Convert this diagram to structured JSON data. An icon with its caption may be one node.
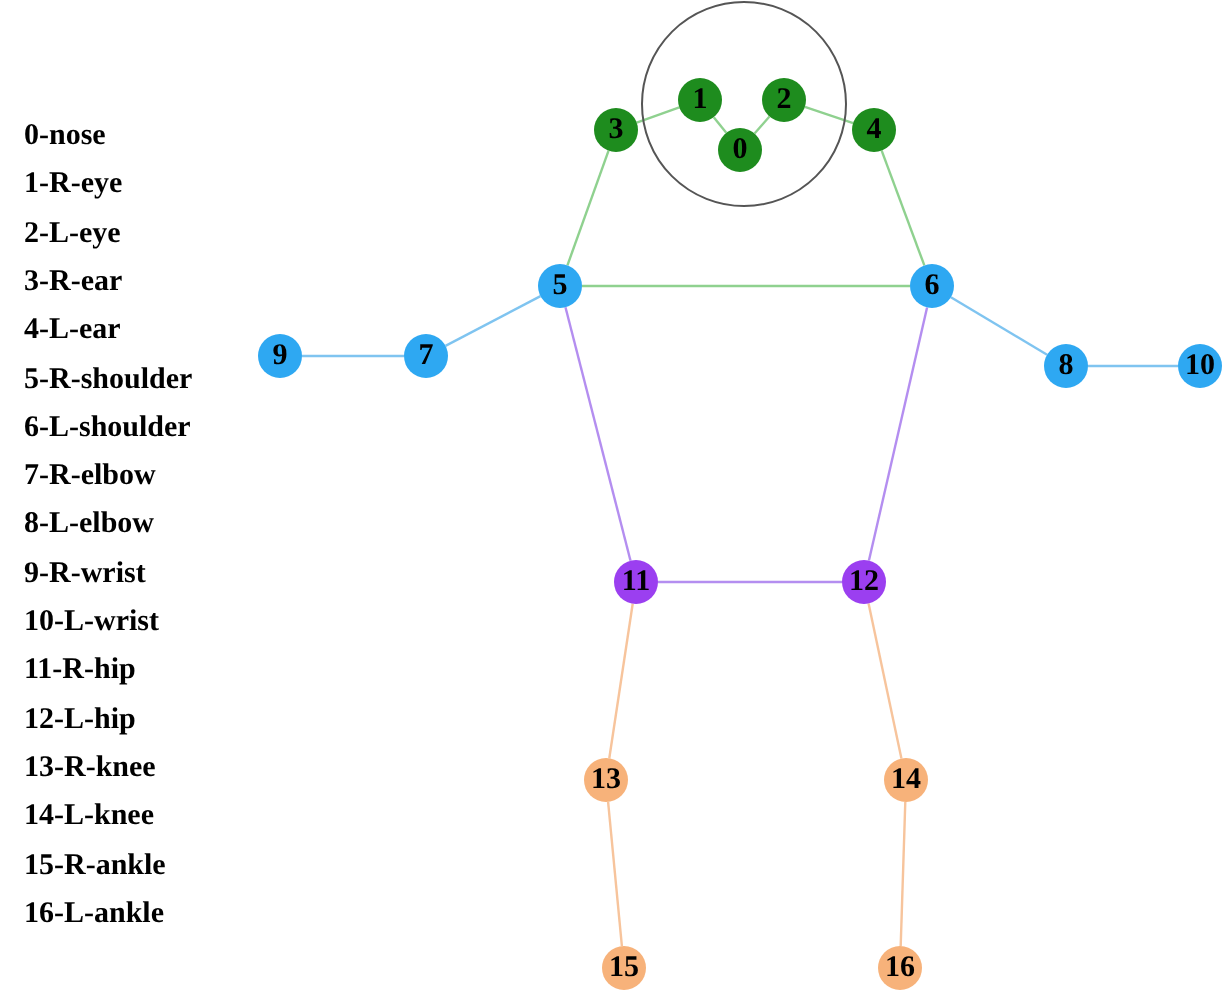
{
  "diagram": {
    "nodes": [
      {
        "text": [],
        "shape": "circle"
      },
      {
        "text": [
          "0"
        ],
        "in": 0
      },
      {
        "text": [
          "1"
        ],
        "in": 0
      },
      {
        "text": [
          "2"
        ],
        "in": 0
      },
      {
        "text": [
          "3"
        ]
      },
      {
        "text": [
          "4"
        ]
      },
      {
        "text": [
          "5"
        ]
      },
      {
        "text": [
          "6"
        ]
      },
      {
        "text": [
          "7"
        ]
      },
      {
        "text": [
          "8"
        ]
      },
      {
        "text": [
          "9"
        ]
      },
      {
        "text": [
          "10"
        ]
      },
      {
        "text": [
          "11"
        ]
      },
      {
        "text": [
          "12"
        ]
      },
      {
        "text": [
          "13"
        ]
      },
      {
        "text": [
          "14"
        ]
      },
      {
        "text": [
          "15"
        ]
      },
      {
        "text": [
          "16"
        ]
      }
    ],
    "edges": [
      {
        "from": 1,
        "to": 2,
        "arrow": "none"
      },
      {
        "from": 1,
        "to": 3,
        "arrow": "none"
      },
      {
        "from": 2,
        "to": 4,
        "arrow": "none"
      },
      {
        "from": 3,
        "to": 5,
        "arrow": "none"
      },
      {
        "from": 4,
        "to": 6,
        "arrow": "none"
      },
      {
        "from": 5,
        "to": 7,
        "arrow": "none"
      },
      {
        "from": 6,
        "to": 7,
        "arrow": "none"
      },
      {
        "from": 6,
        "to": 8,
        "arrow": "none",
        "color": "#7fc4f0"
      },
      {
        "from": 8,
        "to": 10,
        "arrow": "none",
        "color": "#7fc4f0"
      },
      {
        "from": 7,
        "to": 9,
        "arrow": "none",
        "color": "#7fc4f0"
      },
      {
        "from": 9,
        "to": 11,
        "arrow": "none",
        "color": "#7fc4f0"
      },
      {
        "from": 6,
        "to": 12,
        "arrow": "none",
        "color": "#b48ef0"
      },
      {
        "from": 7,
        "to": 13,
        "arrow": "none",
        "color": "#b48ef0"
      },
      {
        "from": 12,
        "to": 13,
        "arrow": "none",
        "color": "#b48ef0"
      },
      {
        "from": 12,
        "to": 14,
        "arrow": "none",
        "color": "#f7c49c"
      },
      {
        "from": 14,
        "to": 16,
        "arrow": "none",
        "color": "#f7c49c"
      },
      {
        "from": 13,
        "to": 15,
        "arrow": "none",
        "color": "#f7c49c"
      },
      {
        "from": 15,
        "to": 17,
        "arrow": "none",
        "color": "#f7c49c"
      }
    ],
    "labels": [
      "0-nose",
      "1-R-eye",
      "2-L-eye",
      "3-R-ear",
      "4-L-ear",
      "5-R-shoulder",
      "6-L-shoulder",
      "7-R-elbow",
      "8-L-elbow",
      "9-R-wrist",
      "10-L-wrist",
      "11-R-hip",
      "12-L-hip",
      "13-R-knee",
      "14-L-knee",
      "15-R-ankle",
      "16-L-ankle"
    ]
  }
}
